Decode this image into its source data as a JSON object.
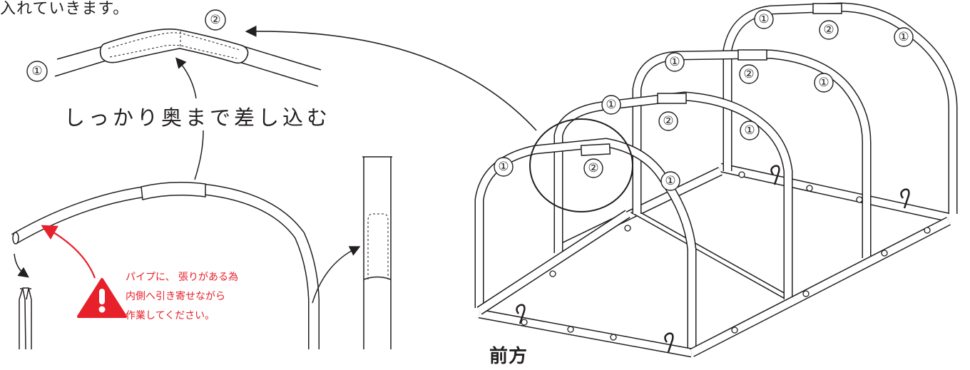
{
  "header_partial_text": "入れていきます。",
  "instruction_text": "しっかり奥まで差し込む",
  "warning": {
    "lines": [
      "パイプに、 張りがある為",
      "内側へ引き寄せながら",
      "作業してください。"
    ],
    "icon": "warning-triangle-icon",
    "color": "#e7212b"
  },
  "direction_label": "前方",
  "part_labels": {
    "part1": "①",
    "part2": "②"
  }
}
